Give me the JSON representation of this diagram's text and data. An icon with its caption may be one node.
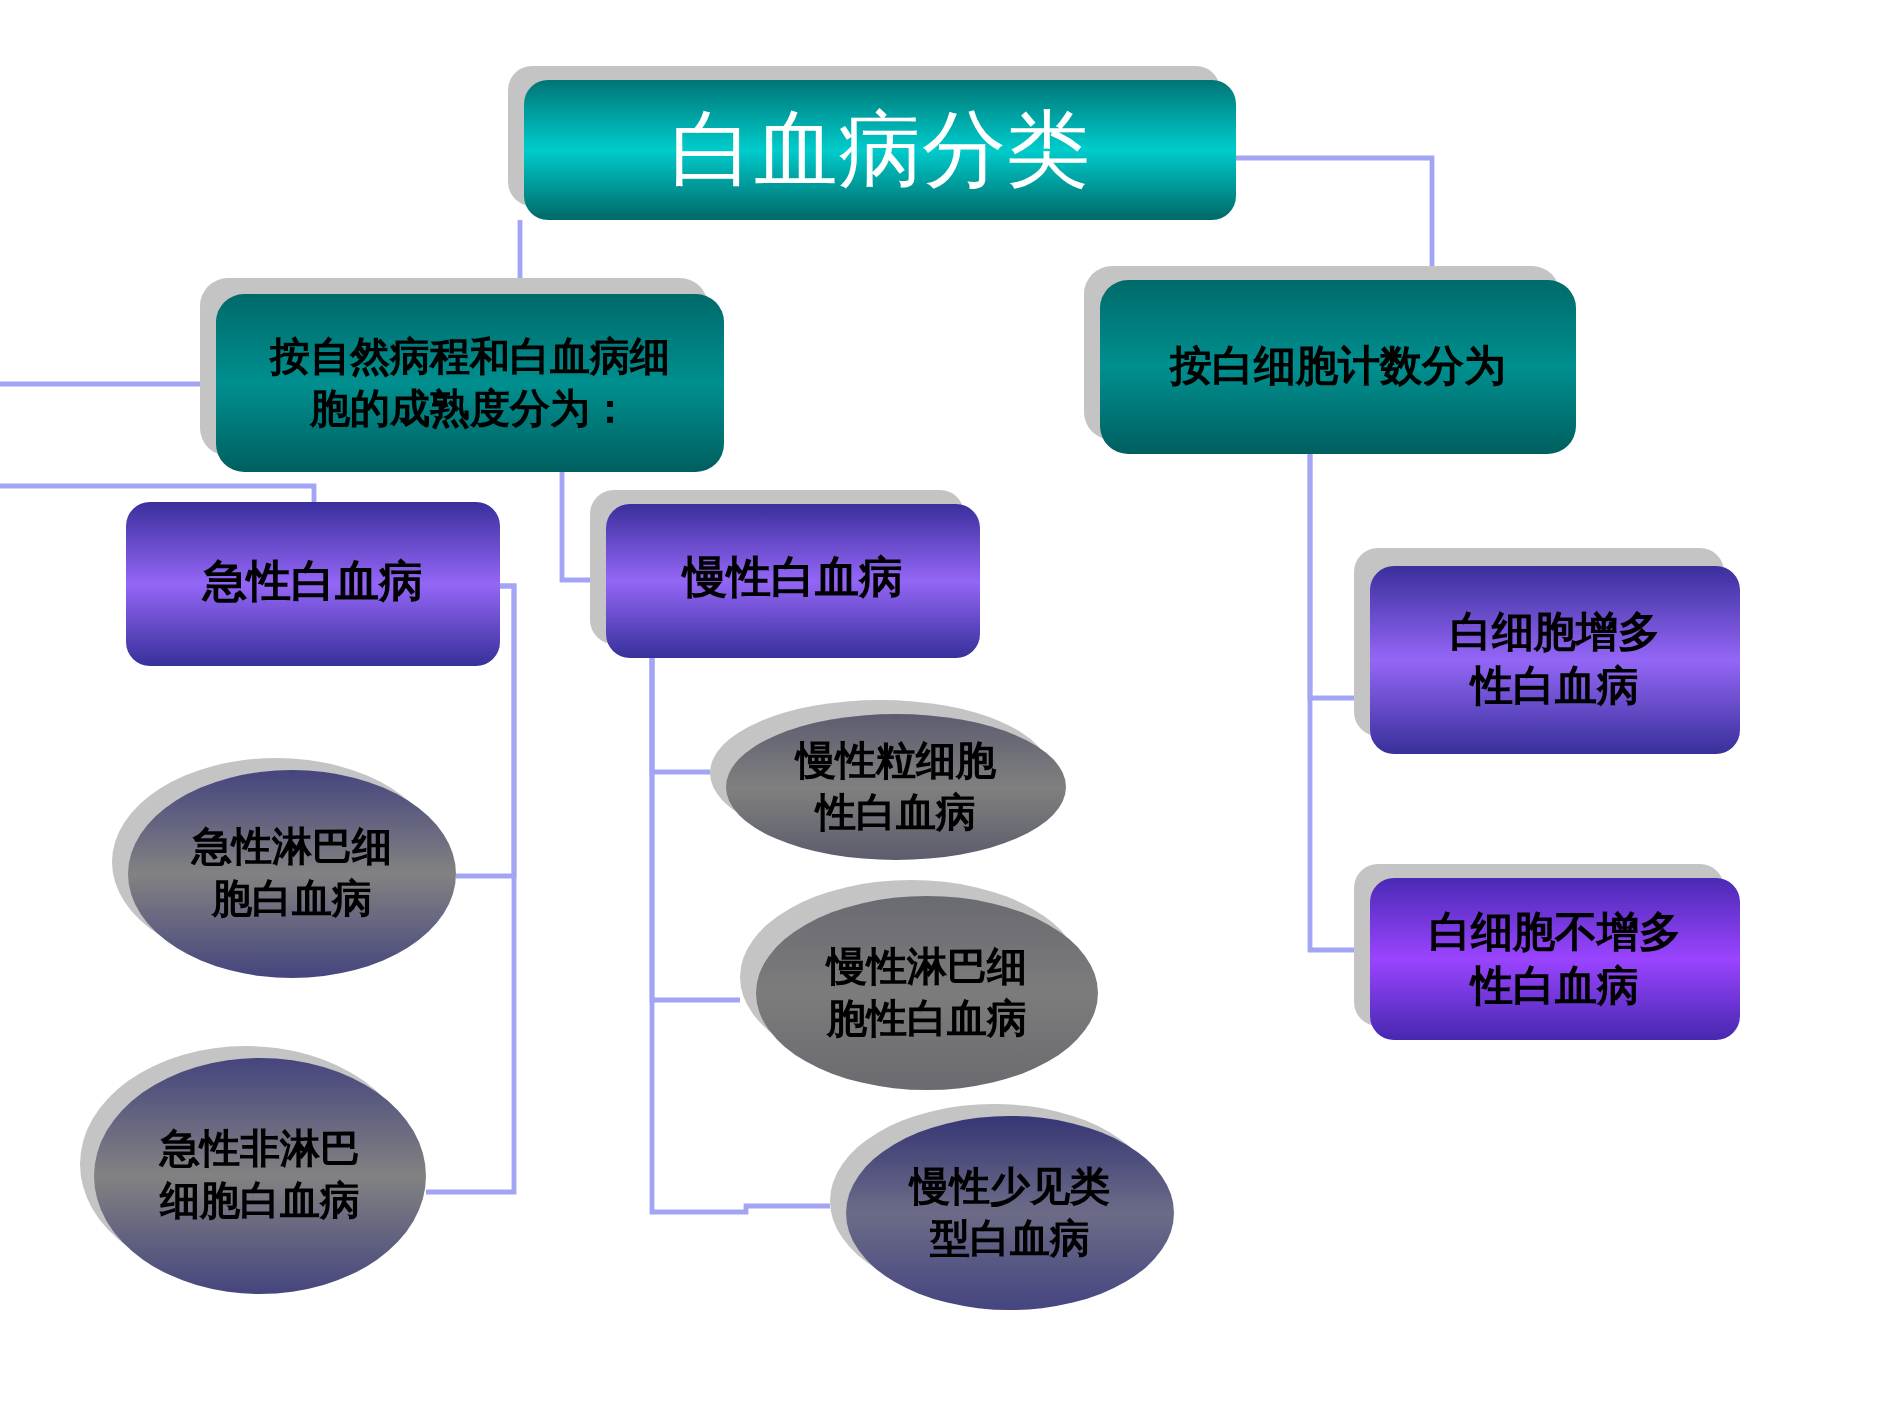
{
  "diagram": {
    "nodes": [
      {
        "text": [
          "白血病分类"
        ]
      },
      {
        "text": [
          "按自然病程和白血病细胞的成熟度分为："
        ]
      },
      {
        "text": [
          "按白细胞计数分为"
        ]
      },
      {
        "text": [
          "急性白血病"
        ]
      },
      {
        "text": [
          "慢性白血病"
        ]
      },
      {
        "text": [
          "急性淋巴细胞白血病"
        ]
      },
      {
        "text": [
          "急性非淋巴细胞白血病"
        ]
      },
      {
        "text": [
          "慢性粒细胞性白血病"
        ]
      },
      {
        "text": [
          "慢性淋巴细胞性白血病"
        ]
      },
      {
        "text": [
          "慢性少见类型白血病"
        ]
      },
      {
        "text": [
          "白细胞增多性白血病"
        ]
      },
      {
        "text": [
          "白细胞不增多性白血病"
        ]
      }
    ],
    "edges": [
      {
        "from": 0,
        "to": 1,
        "arrow": "none"
      },
      {
        "from": 0,
        "to": 2,
        "arrow": "none"
      },
      {
        "from": 1,
        "to": 3,
        "arrow": "none"
      },
      {
        "from": 1,
        "to": 4,
        "arrow": "none"
      },
      {
        "from": 3,
        "to": 5,
        "arrow": "none"
      },
      {
        "from": 3,
        "to": 6,
        "arrow": "none"
      },
      {
        "from": 4,
        "to": 7,
        "arrow": "none"
      },
      {
        "from": 4,
        "to": 8,
        "arrow": "none"
      },
      {
        "from": 4,
        "to": 9,
        "arrow": "none"
      },
      {
        "from": 2,
        "to": 10,
        "arrow": "none"
      },
      {
        "from": 2,
        "to": 11,
        "arrow": "none"
      }
    ]
  }
}
